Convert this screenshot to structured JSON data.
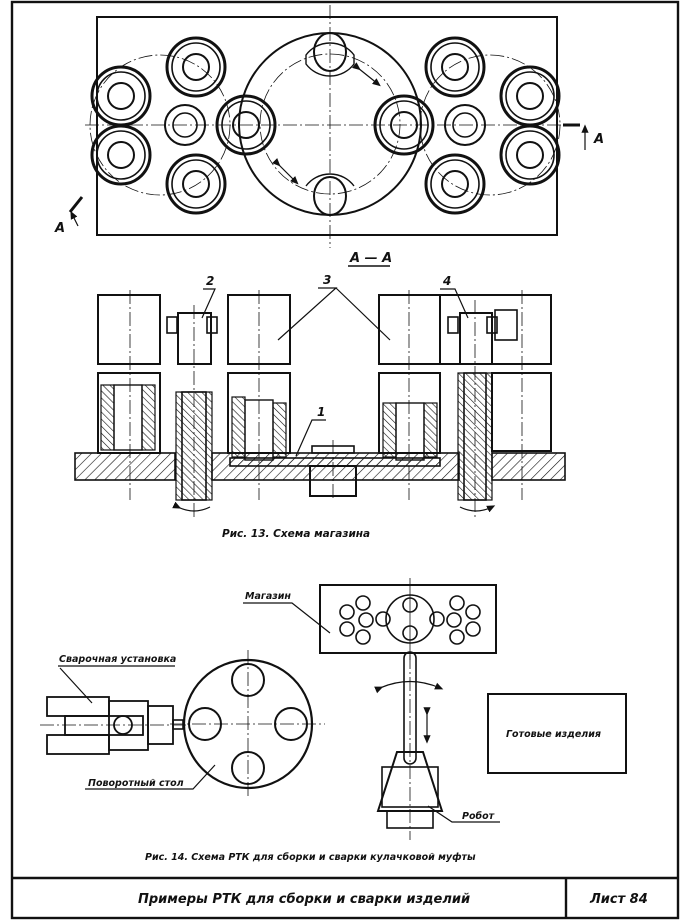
{
  "sheet": {
    "title": "Примеры РТК для сборки и сварки изделий",
    "sheet_label": "Лист 84"
  },
  "figure13": {
    "caption": "Рис. 13.  Схема магазина",
    "section_mark": "А",
    "section_mark_right": "А",
    "section_title": "А — А",
    "callouts": [
      "1",
      "2",
      "3",
      "4"
    ]
  },
  "figure14": {
    "caption": "Рис. 14.  Схема РТК для сборки и сварки кулачковой муфты",
    "labels": {
      "magazine": "Магазин",
      "welding_unit": "Сварочная установка",
      "rotary_table": "Поворотный стол",
      "finished_products": "Готовые изделия",
      "robot": "Робот"
    }
  }
}
